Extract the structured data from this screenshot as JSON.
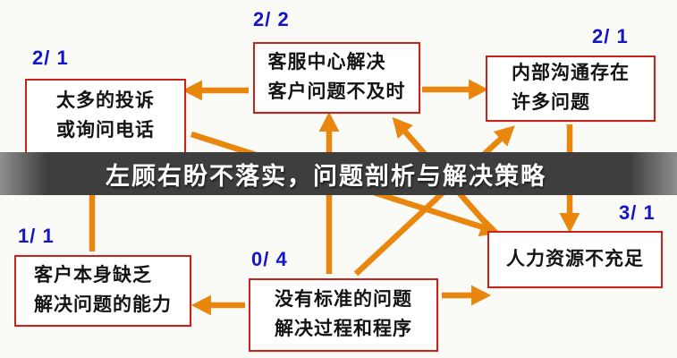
{
  "banner": {
    "text": "左顾右盼不落实，问题剖析与解决策略"
  },
  "nodes": {
    "complaints": {
      "score": "2/ 1",
      "text": "太多的投诉\n或询问电话"
    },
    "service": {
      "score": "2/ 2",
      "text": "客服中心解决\n客户问题不及时"
    },
    "communication": {
      "score": "2/ 1",
      "text": "内部沟通存在\n许多问题"
    },
    "customer": {
      "score": "1/ 1",
      "text": "客户本身缺乏\n解决问题的能力"
    },
    "process": {
      "score": "0/ 4",
      "text": "没有标准的问题\n解决过程和程序"
    },
    "hr": {
      "score": "3/ 1",
      "text": "人力资源不充足"
    }
  },
  "colors": {
    "arrow": "#E8860D",
    "box_border": "#C8231B",
    "box_bg": "#FFFFFF",
    "box_text": "#141414",
    "score_text": "#1414C8",
    "banner_bg": "#3E3E3E",
    "banner_text": "#FFFFFF",
    "page_bg": "#FAFAF7"
  }
}
